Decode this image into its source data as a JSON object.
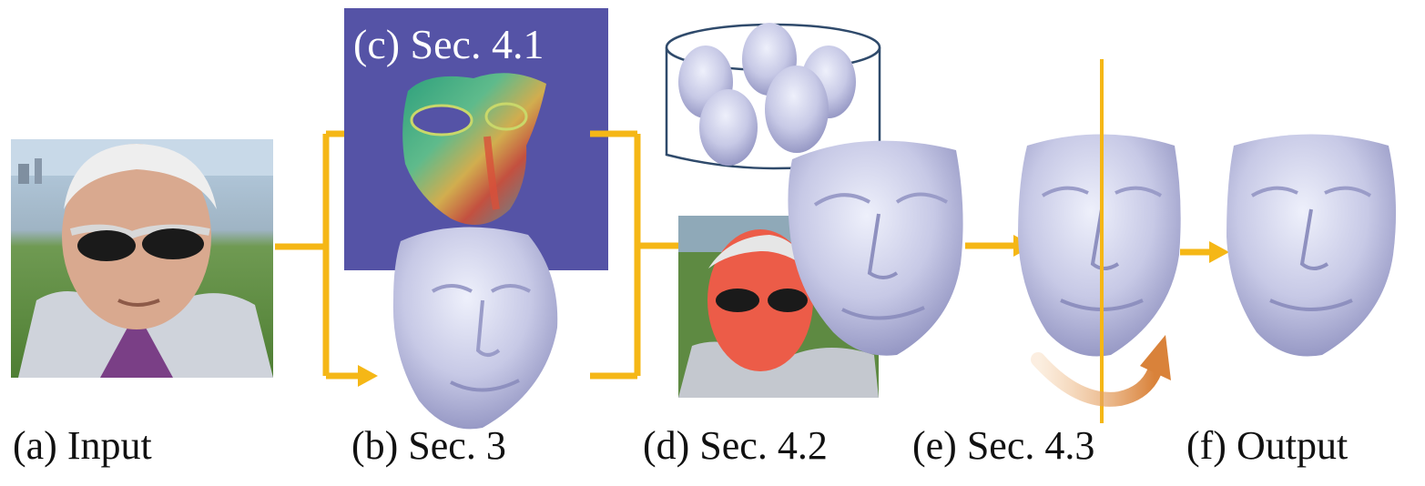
{
  "captions": {
    "a": "(a) Input",
    "b": "(b) Sec. 3",
    "c": "(c) Sec. 4.1",
    "d": "(d) Sec. 4.2",
    "e": "(e) Sec. 4.3",
    "f": "(f) Output"
  },
  "colors": {
    "arrow": "#f5b716",
    "rotation_arrow": "#d9823a",
    "panel_c_background": "#5553a6",
    "mesh": "#c7c9e6",
    "mesh_shade": "#9a9cc8",
    "skin_mask": "#ec5c48",
    "cylinder_stroke": "#2f4a6b"
  },
  "icons": {
    "input_photo": "portrait-photo-icon",
    "coarse_mesh": "face-mesh-icon",
    "heatmap": "heatmap-icon",
    "face_database": "face-database-cylinder-icon",
    "rotation": "curved-arrow-icon"
  }
}
